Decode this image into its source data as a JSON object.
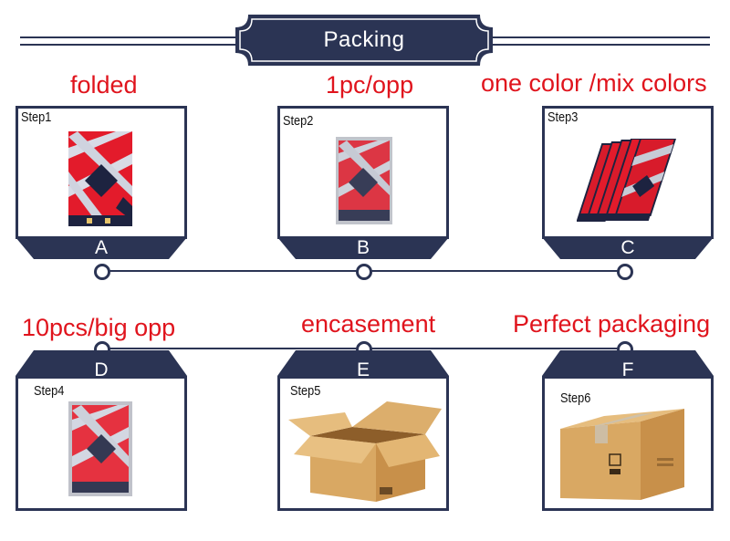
{
  "header": {
    "title": "Packing"
  },
  "steps": [
    {
      "step": "Step1",
      "letter": "A",
      "caption": "folded",
      "item": "folded-scarf"
    },
    {
      "step": "Step2",
      "letter": "B",
      "caption": "1pc/opp",
      "item": "scarf-in-opp-bag"
    },
    {
      "step": "Step3",
      "letter": "C",
      "caption": "one color /mix colors",
      "item": "fanned-scarf-stack"
    },
    {
      "step": "Step4",
      "letter": "D",
      "caption": "10pcs/big opp",
      "item": "scarves-in-big-opp-bag"
    },
    {
      "step": "Step5",
      "letter": "E",
      "caption": "encasement",
      "item": "open-carton-box"
    },
    {
      "step": "Step6",
      "letter": "F",
      "caption": "Perfect packaging",
      "item": "sealed-carton-box"
    }
  ],
  "colors": {
    "navy": "#2b3454",
    "caption_red": "#e0141d",
    "scarf_red": "#e31b2b",
    "carton": "#d9a863"
  }
}
